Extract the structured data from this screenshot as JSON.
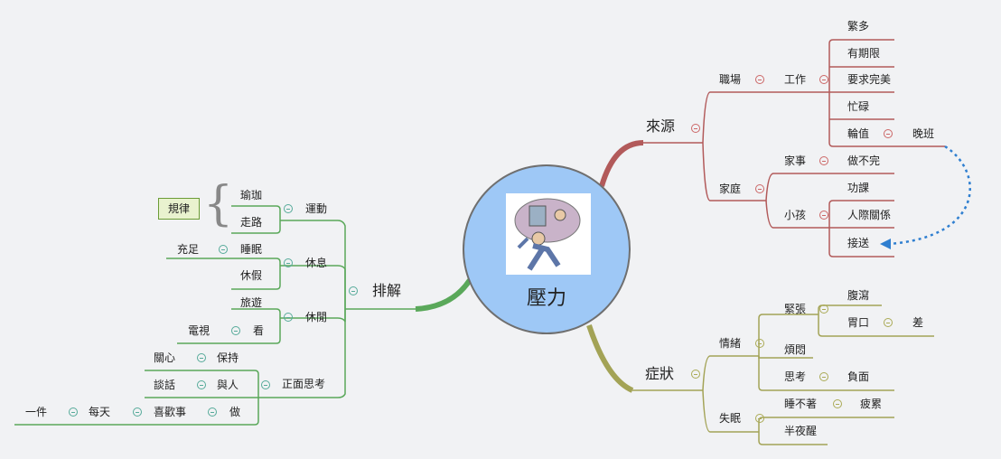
{
  "center": {
    "title": "壓力"
  },
  "colors": {
    "source": "#b25a5a",
    "symptom": "#a3a356",
    "relief": "#5aa85a",
    "arrow": "#2f7fd0"
  },
  "source": {
    "label": "來源",
    "work": {
      "label": "職場",
      "sub": "工作",
      "items": [
        "繁多",
        "有期限",
        "要求完美",
        "忙碌",
        "輪值"
      ],
      "shift": "晚班"
    },
    "home": {
      "label": "家庭",
      "chores": "家事",
      "chores_item": "做不完",
      "kids": "小孩",
      "kid_items": [
        "功課",
        "人際關係",
        "接送"
      ]
    }
  },
  "symptom": {
    "label": "症狀",
    "emotion": {
      "label": "情緒",
      "tension": "緊張",
      "tension_items": [
        "腹瀉",
        "胃口"
      ],
      "appetite": "差",
      "worry": "煩悶",
      "thinking": "思考",
      "thinking_item": "負面"
    },
    "insomnia": {
      "label": "失眠",
      "cant_sleep": "睡不著",
      "cant_sleep_item": "疲累",
      "midnight": "半夜醒"
    }
  },
  "relief": {
    "label": "排解",
    "exercise": {
      "label": "運動",
      "items": [
        "瑜珈",
        "走路"
      ],
      "rule": "規律"
    },
    "rest": {
      "label": "休息",
      "sleep": "睡眠",
      "sleep_item": "充足",
      "vacation": "休假"
    },
    "leisure": {
      "label": "休閒",
      "travel": "旅遊",
      "watch": "看",
      "tv": "電視"
    },
    "positive": {
      "label": "正面思考",
      "keep": "保持",
      "care": "關心",
      "with": "與人",
      "talk": "談話",
      "do": "做",
      "likes": "喜歡事",
      "everyday": "每天",
      "one": "一件"
    }
  }
}
